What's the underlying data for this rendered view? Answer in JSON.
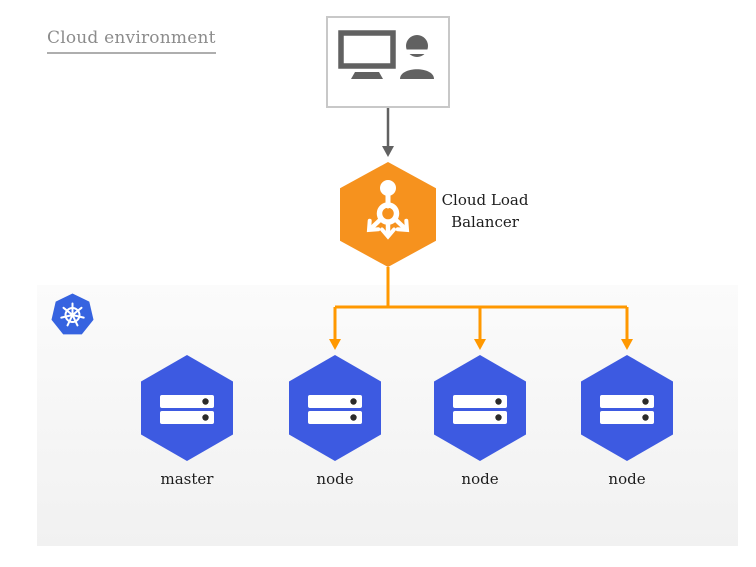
{
  "title": "Cloud environment",
  "user_station": {
    "icons": [
      "monitor-icon",
      "person-icon"
    ]
  },
  "load_balancer": {
    "label": "Cloud Load Balancer",
    "icon": "load-balancer-icon"
  },
  "cluster": {
    "logo_icon": "kubernetes-icon",
    "nodes": [
      {
        "label": "master",
        "icon": "server-icon"
      },
      {
        "label": "node",
        "icon": "server-icon"
      },
      {
        "label": "node",
        "icon": "server-icon"
      },
      {
        "label": "node",
        "icon": "server-icon"
      }
    ]
  },
  "colors": {
    "lb_orange": "#F6921E",
    "connector_orange": "#FF9800",
    "node_blue": "#3D5AE1",
    "k8s_blue": "#3663E0",
    "icon_gray": "#616161",
    "border_gray": "#C8C8C8",
    "title_gray": "#8C8C8C",
    "text_dark": "#1D1D1D",
    "panel_gray_top": "#FBFBFB",
    "panel_gray_bottom": "#F1F1F1"
  }
}
